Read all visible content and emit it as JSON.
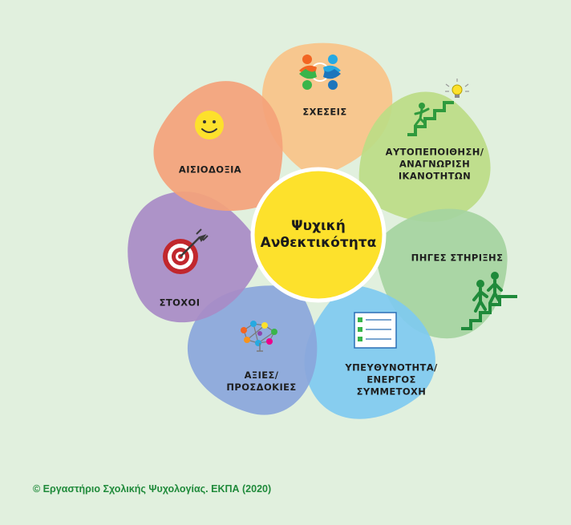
{
  "diagram": {
    "center": {
      "line1": "Ψυχική",
      "line2": "Ανθεκτικότητα"
    },
    "petals": {
      "relations": {
        "lines": [
          "ΣΧΕΣΕΙΣ"
        ]
      },
      "confidence": {
        "lines": [
          "ΑΥΤΟΠΕΠΟΙΘΗΣΗ/",
          "ΑΝΑΓΝΩΡΙΣΗ",
          "ΙΚΑΝΟΤΗΤΩΝ"
        ]
      },
      "support": {
        "lines": [
          "ΠΗΓΕΣ ΣΤΗΡΙΞΗΣ"
        ]
      },
      "responsibility": {
        "lines": [
          "ΥΠΕΥΘΥΝΟΤΗΤΑ/",
          "ΕΝΕΡΓΟΣ",
          "ΣΥΜΜΕΤΟΧΗ"
        ]
      },
      "values": {
        "lines": [
          "ΑΞΙΕΣ/",
          "ΠΡΟΣΔΟΚΙΕΣ"
        ]
      },
      "goals": {
        "lines": [
          "ΣΤΟΧΟΙ"
        ]
      },
      "optimism": {
        "lines": [
          "ΑΙΣΙΟΔΟΞΙΑ"
        ]
      }
    }
  },
  "colors": {
    "background": "#e1f0de",
    "relations": "#f8c48a",
    "confidence": "#bcdc86",
    "support": "#a5d49f",
    "responsibility": "#7fcaf0",
    "values": "#8aa6db",
    "goals": "#a88bc6",
    "optimism": "#f4a27a",
    "center": "#fde12c",
    "copyright": "#1f8a3a"
  },
  "icons": {
    "relations": "people-circle-icon",
    "confidence": "stairs-lightbulb-icon",
    "support": "two-people-stairs-icon",
    "responsibility": "checklist-icon",
    "values": "brain-network-icon",
    "goals": "target-arrow-icon",
    "optimism": "smiley-icon"
  },
  "footer": {
    "copyright": "© Εργαστήριο Σχολικής Ψυχολογίας. ΕΚΠΑ (2020)"
  }
}
